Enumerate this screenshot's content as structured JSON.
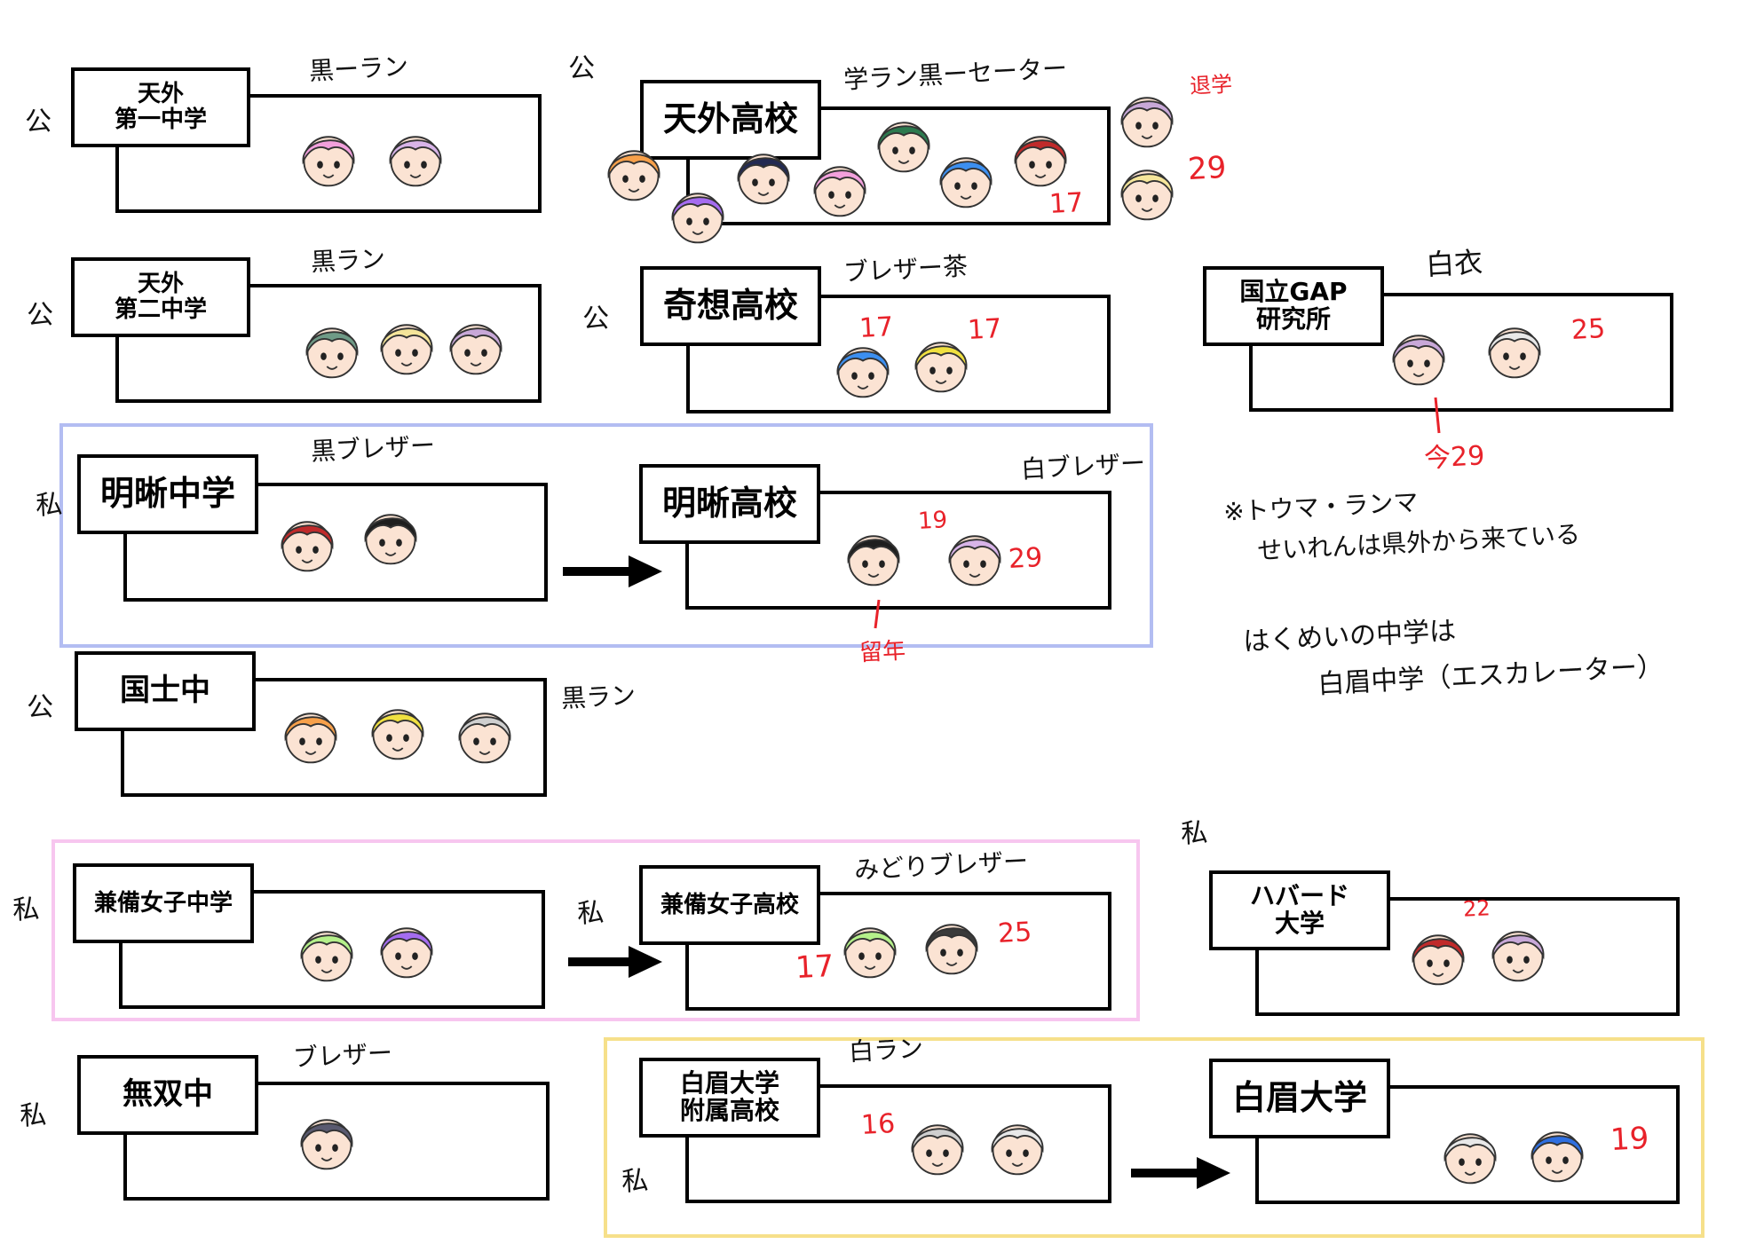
{
  "schools": {
    "tengai_daiichi": {
      "name": "天外\n第一中学",
      "uniform": "黒ーラン",
      "type": "公"
    },
    "tengai_daini": {
      "name": "天外\n第二中学",
      "uniform": "黒ラン",
      "type": "公"
    },
    "meiseki_chu": {
      "name": "明晰中学",
      "uniform": "黒ブレザー",
      "type": "私"
    },
    "kokushi": {
      "name": "国士中",
      "uniform": "黒ラン",
      "type": "公"
    },
    "kenbi_joshi_chu": {
      "name": "兼備女子中学",
      "type": "私"
    },
    "muso": {
      "name": "無双中",
      "uniform": "ブレザー",
      "type": "私"
    },
    "tengai_koko": {
      "name": "天外高校",
      "uniform": "学ラン黒ーセーター",
      "type": "公"
    },
    "kiso_koko": {
      "name": "奇想高校",
      "uniform": "ブレザー茶",
      "type": "公"
    },
    "meiseki_koko": {
      "name": "明晰高校",
      "uniform": "白ブレザー"
    },
    "kenbi_joshi_koko": {
      "name": "兼備女子高校",
      "uniform": "みどりブレザー",
      "type": "私"
    },
    "hakubi_fuzoku": {
      "name": "白眉大学\n附属高校",
      "uniform": "白ラン",
      "type": "私"
    },
    "gap_lab": {
      "name": "国立GAP\n研究所",
      "uniform": "白衣"
    },
    "harvard": {
      "name": "ハバード\n大学",
      "type": "私"
    },
    "hakubi_daigaku": {
      "name": "白眉大学"
    }
  },
  "ages": {
    "tengai_kiso": "17",
    "tengai_right_top": "退学",
    "tengai_right_bottom": "29",
    "kiso_left": "17",
    "kiso_right": "17",
    "gap_right": "25",
    "gap_left_now": "今29",
    "meiseki_left": "19",
    "meiseki_left_note": "留年",
    "meiseki_right": "29",
    "kenbi_left": "17",
    "kenbi_right": "25",
    "harvard_left": "22",
    "hakubi_left": "16",
    "hakubi_univ_right": "19"
  },
  "notes": {
    "line1": "※トウマ・ランマ",
    "line2": "せいれんは県外から来ている",
    "line3": "はくめいの中学は",
    "line4": "白眉中学（エスカレーター）"
  },
  "colors": {
    "meiseki_frame": "#b3bdf2",
    "kenbi_frame": "#f7c6ef",
    "hakubi_frame": "#f6e08a",
    "age_red": "#e8222a"
  },
  "characters": [
    {
      "id": "pink-twin-tails",
      "hair": "#f2a0dc"
    },
    {
      "id": "bun-old",
      "hair": "#d8b4e8"
    },
    {
      "id": "green-long",
      "hair": "#b5f08a"
    },
    {
      "id": "purple-eyepatch",
      "hair": "#a56cf0"
    },
    {
      "id": "orange-spiky",
      "hair": "#f7a04a"
    },
    {
      "id": "navy-glasses",
      "hair": "#232a52"
    },
    {
      "id": "dark-green",
      "hair": "#2d7a4f"
    },
    {
      "id": "blue-spiky",
      "hair": "#3c8ff0"
    },
    {
      "id": "red-wavy",
      "hair": "#c02a2a"
    },
    {
      "id": "purple-pink",
      "hair": "#c8a8d8"
    },
    {
      "id": "blonde",
      "hair": "#f5e59a"
    },
    {
      "id": "sage-green",
      "hair": "#6f9a86"
    },
    {
      "id": "yellow-purple",
      "hair": "#f0e040"
    },
    {
      "id": "silver",
      "hair": "#cfcfcf"
    },
    {
      "id": "black-spiky",
      "hair": "#1e1e1e"
    },
    {
      "id": "grey-haired",
      "hair": "#8a8a8a"
    },
    {
      "id": "dark-wavy",
      "hair": "#3a3a3a"
    },
    {
      "id": "dark-short",
      "hair": "#5a5a70"
    },
    {
      "id": "white-spiky",
      "hair": "#e8e8e8"
    },
    {
      "id": "blue-bob",
      "hair": "#2f6fe0"
    }
  ]
}
